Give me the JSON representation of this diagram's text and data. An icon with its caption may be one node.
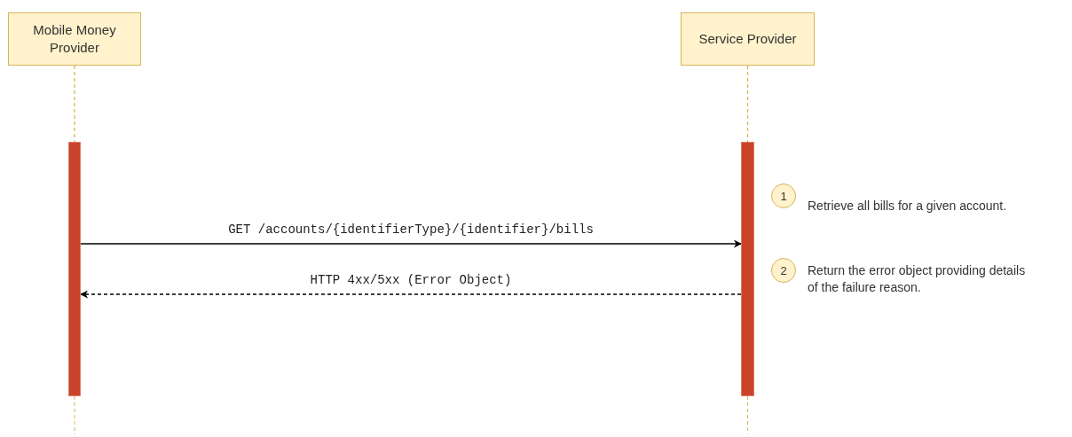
{
  "diagram": {
    "nodes": [
      {
        "text": [
          "Mobile Money Provider"
        ]
      },
      {
        "text": [
          "Service Provider"
        ]
      },
      {
        "text": [],
        "shape": "bar"
      },
      {
        "text": [],
        "shape": "bar"
      },
      {
        "text": [
          "1"
        ],
        "beside": [
          "Retrieve all bills for a given account."
        ]
      },
      {
        "text": [
          "2"
        ],
        "beside": [
          "Return the error object providing details of the failure reason."
        ]
      }
    ],
    "edges": [
      {
        "from": 0,
        "to": 2,
        "arrow": "none",
        "style": "dashed",
        "color": "#d6b656"
      },
      {
        "from": 1,
        "to": 3,
        "arrow": "none",
        "style": "dashed",
        "color": "#d6b656"
      },
      {
        "from": 2,
        "to": 3,
        "arrow": "to",
        "label": "GET /accounts/{identifierType}/{identifier}/bills",
        "color": "#000000"
      },
      {
        "from": 3,
        "to": 2,
        "arrow": "to",
        "label": "HTTP 4xx/5xx (Error Object)",
        "style": "dashed",
        "color": "#000000"
      }
    ]
  }
}
